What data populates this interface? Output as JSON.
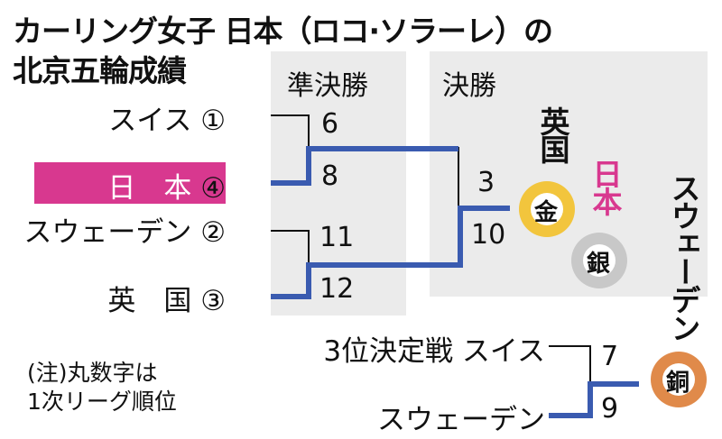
{
  "title": {
    "line1": "カーリング女子 日本（ロコ·ソラーレ）の",
    "line2": "北京五輪成績"
  },
  "headers": {
    "semifinal": "準決勝",
    "final": "決勝"
  },
  "semifinal_teams": [
    {
      "name": "スイス",
      "seed": "①",
      "score": "6"
    },
    {
      "name": "日　本",
      "seed": "④",
      "score": "8",
      "highlight": true
    },
    {
      "name": "スウェーデン",
      "seed": "②",
      "score": "11"
    },
    {
      "name": "英　国",
      "seed": "③",
      "score": "12"
    }
  ],
  "final": {
    "top_score": "3",
    "bottom_score": "10"
  },
  "medals": {
    "gold": {
      "team": "英国",
      "label": "金"
    },
    "silver": {
      "team": "日本",
      "label": "銀"
    },
    "bronze": {
      "team": "スウェーデン",
      "label": "銅"
    }
  },
  "third_place": {
    "label": "3位決定戦",
    "teams": [
      {
        "name": "スイス",
        "score": "7"
      },
      {
        "name": "スウェーデン",
        "score": "9"
      }
    ]
  },
  "note": {
    "line1": "(注)丸数字は",
    "line2": "1次リーグ順位"
  },
  "colors": {
    "winner_line": "#3a5bb0",
    "japan": "#d8388f",
    "gold": "#f2c53d",
    "silver": "#c8c8c8",
    "bronze": "#e08a4a",
    "panel": "#ebebeb"
  }
}
